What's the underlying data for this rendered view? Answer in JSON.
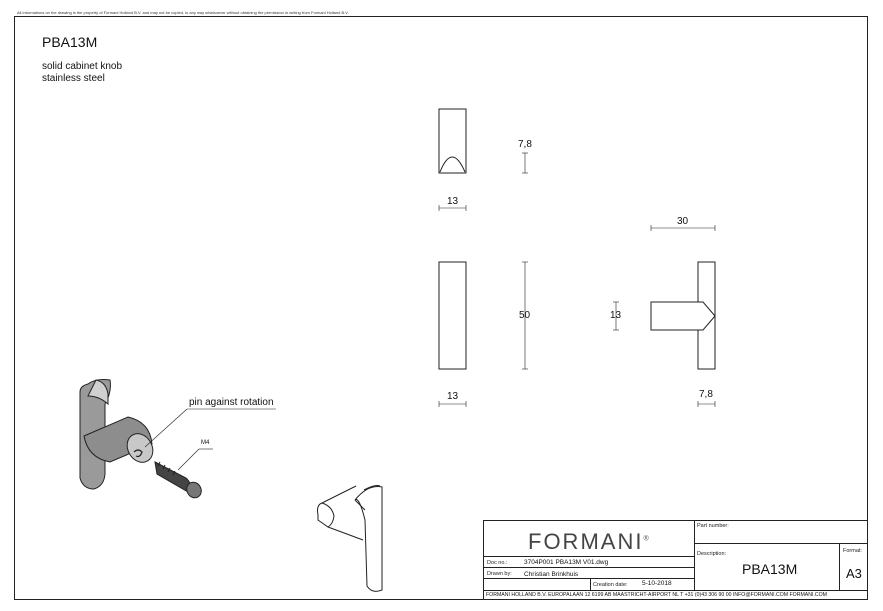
{
  "notice": "All informations on the drawing is the property of Formani Holland B.V. and may not be copied, in any way whatsoever without obtaining the permission in writing from Formani Holland B.V.",
  "product": {
    "code": "PBA13M",
    "line1": "solid cabinet knob",
    "line2": "stainless steel"
  },
  "dimensions": {
    "top_height": "7,8",
    "top_width": "13",
    "front_height": "50",
    "front_width": "13",
    "side_length": "30",
    "side_height": "13",
    "side_depth": "7,8"
  },
  "callouts": {
    "pin": "pin against rotation",
    "screw": "M4"
  },
  "title_block": {
    "brand": "FORMANI",
    "brand_mark": "®",
    "part_number_label": "Part number:",
    "description_label": "Description:",
    "format_label": "Format:",
    "part_number": "PBA13M",
    "format": "A3",
    "doc_no_label": "Doc no.:",
    "doc_no": "3704P001 PBA13M V01.dwg",
    "drawn_by_label": "Drawn by:",
    "drawn_by": "Christian Brinkhuis",
    "creation_date_label": "Creation date:",
    "creation_date": "5-10-2018",
    "footer": "FORMANI HOLLAND B.V.  EUROPALAAN 12  6199 AB MAASTRICHT-AIRPORT NL  T +31 (0)43 306 90 00  INFO@FORMANI.COM  FORMANI.COM"
  }
}
